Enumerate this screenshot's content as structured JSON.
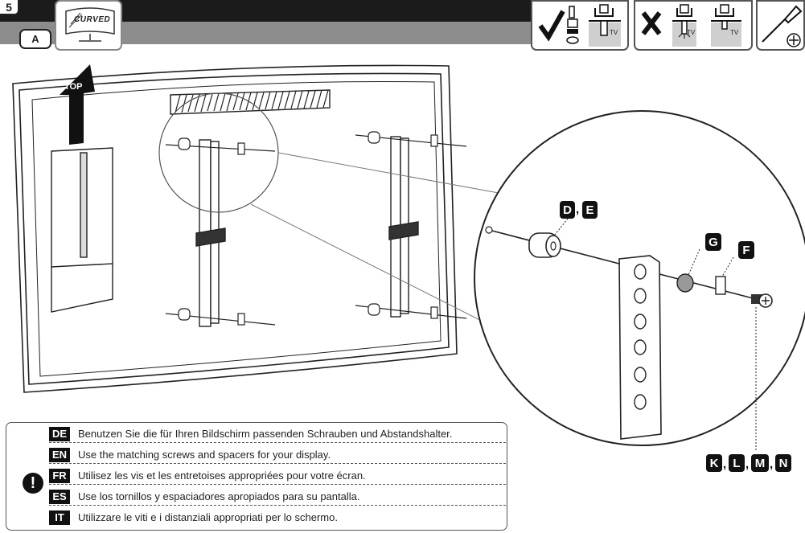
{
  "header": {
    "step_number": "5",
    "sub_step": "A",
    "logo_text": "CURVED",
    "tv_label": "TV"
  },
  "diagram": {
    "top_label": "TOP",
    "parts": {
      "spacer_a": "D",
      "spacer_b": "E",
      "washer": "G",
      "bracket": "F",
      "screws": [
        "K",
        "L",
        "M",
        "N"
      ]
    }
  },
  "instructions": {
    "rows": [
      {
        "code": "DE",
        "text": "Benutzen Sie die für Ihren Bildschirm passenden Schrauben und Abstandshalter."
      },
      {
        "code": "EN",
        "text": "Use the matching screws and spacers for your display."
      },
      {
        "code": "FR",
        "text": "Utilisez les vis et les entretoises appropriées pour votre écran."
      },
      {
        "code": "ES",
        "text": "Use los tornillos y espaciadores apropiados para su pantalla."
      },
      {
        "code": "IT",
        "text": "Utilizzare le viti e i distanziali appropriati per lo schermo."
      }
    ]
  },
  "colors": {
    "dark": "#1b1b1b",
    "bar_grey": "#8c8c8c",
    "icon_grey": "#cfcfcf"
  }
}
